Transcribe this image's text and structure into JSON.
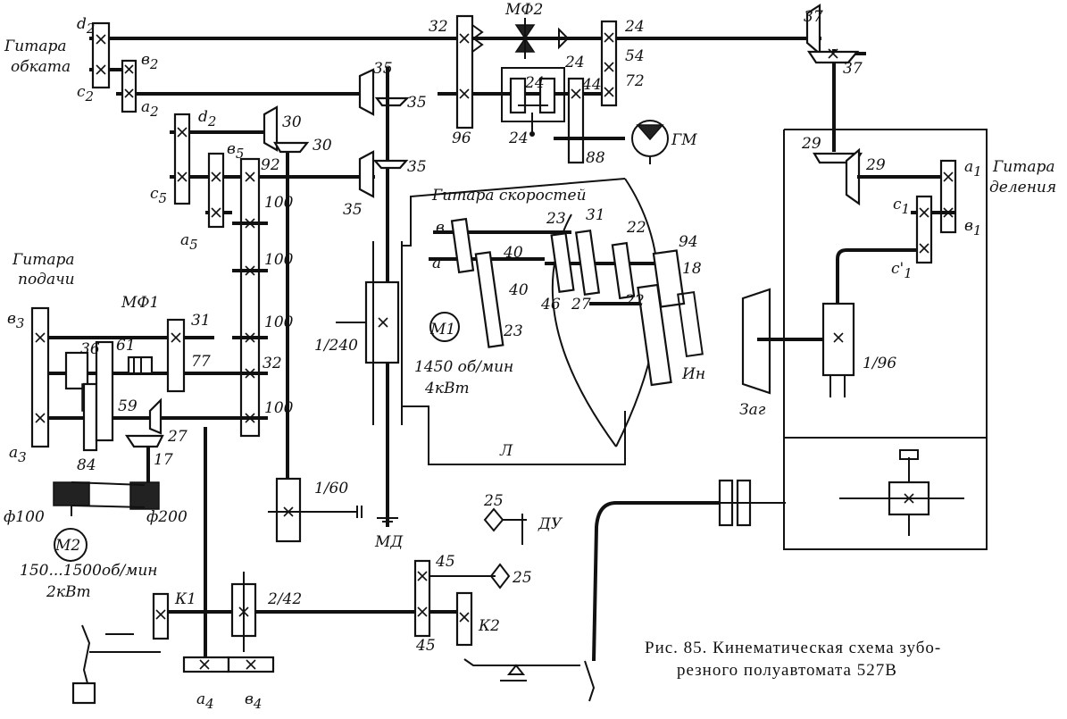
{
  "labels": {
    "gitara_obkata": [
      "Гитара",
      "обката"
    ],
    "gitara_podachi": [
      "Гитара",
      "подачи"
    ],
    "gitara_skorostey": "Гитара скоростей",
    "gitara_deleniya": [
      "Гитара",
      "деления"
    ],
    "d2_top": "d",
    "d2_top_sub": "2",
    "c2": "c",
    "c2_sub": "2",
    "b2": "в",
    "b2_sub": "2",
    "a2": "a",
    "a2_sub": "2",
    "d2_mid": "d",
    "d2_mid_sub": "2",
    "b5": "в",
    "b5_sub": "5",
    "c5": "c",
    "c5_sub": "5",
    "a5": "a",
    "a5_sub": "5",
    "b3": "в",
    "b3_sub": "3",
    "a3": "a",
    "a3_sub": "3",
    "a4": "a",
    "a4_sub": "4",
    "b4": "в",
    "b4_sub": "4",
    "a1": "a",
    "a1_sub": "1",
    "c1": "c",
    "c1_sub": "1",
    "b1": "в",
    "b1_sub": "1",
    "c1p": "c'",
    "c1p_sub": "1",
    "mf1": "МФ1",
    "mf2": "МФ2",
    "gm": "ГМ",
    "md": "МД",
    "du": "ДУ",
    "m1": "М1",
    "m2": "М2",
    "k1": "К1",
    "k2": "К2",
    "in": "Ин",
    "zag": "Заг",
    "l": "Л",
    "speed_m1": "1450 об/мин",
    "power_m1": "4кВт",
    "speed_m2": "150...1500об/мин",
    "power_m2": "2кВт",
    "pulley1": "ф100",
    "pulley2": "ф200",
    "ratio_1_240": "1/240",
    "ratio_1_60": "1/60",
    "ratio_2_42": "2/42",
    "ratio_1_96": "1/96",
    "gb_a": "a",
    "gb_b": "в"
  },
  "teeth": {
    "t32": "32",
    "t96": "96",
    "t24a": "24",
    "t54": "54",
    "t72": "72",
    "t24b": "24",
    "t24c": "24",
    "t44": "44",
    "t24d": "24",
    "t88": "88",
    "t37a": "37",
    "t37b": "37",
    "t35a": "35",
    "t35b": "35",
    "t35c": "35",
    "t35d": "35",
    "t30a": "30",
    "t30b": "30",
    "t92": "92",
    "t100a": "100",
    "t100b": "100",
    "t100c": "100",
    "t32b": "32",
    "t100d": "100",
    "t31": "31",
    "t77": "77",
    "t36": "36",
    "t61": "61",
    "t59": "59",
    "t84": "84",
    "t27": "27",
    "t17": "17",
    "t40a": "40",
    "t40b": "40",
    "t23a": "23",
    "t23b": "23",
    "t31b": "31",
    "t22a": "22",
    "t46": "46",
    "t27b": "27",
    "t22b": "22",
    "t94": "94",
    "t18": "18",
    "t29a": "29",
    "t29b": "29",
    "t25a": "25",
    "t25b": "25",
    "t45a": "45",
    "t45b": "45"
  },
  "caption": {
    "line1": "Рис. 85. Кинематическая схема зубо-",
    "line2": "резного полуавтомата 527В"
  }
}
